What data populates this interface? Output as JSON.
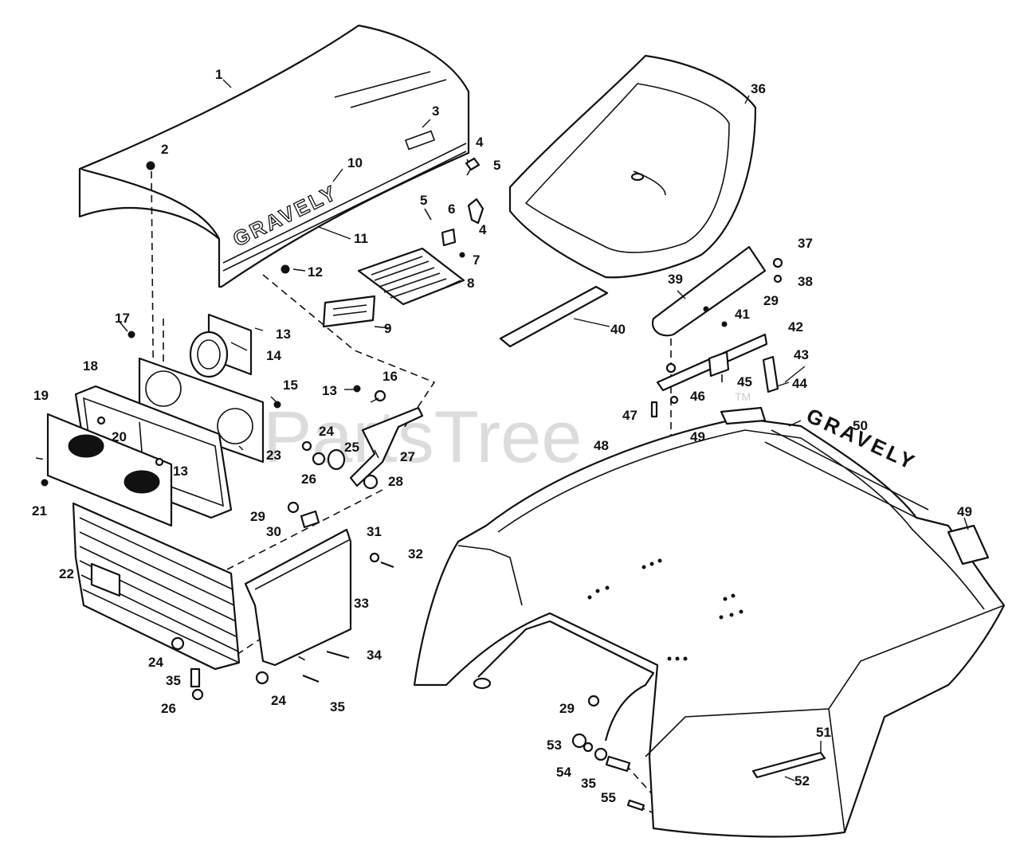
{
  "watermark": {
    "text": "PartsTree",
    "trademark": "TM"
  },
  "hood_brand_text": "GRAVELY",
  "fender_decal_text": "GRAVELY",
  "callouts": [
    {
      "id": "c1",
      "label": "1"
    },
    {
      "id": "c2",
      "label": "2"
    },
    {
      "id": "c3",
      "label": "3"
    },
    {
      "id": "c4a",
      "label": "4"
    },
    {
      "id": "c4b",
      "label": "4"
    },
    {
      "id": "c5a",
      "label": "5"
    },
    {
      "id": "c5b",
      "label": "5"
    },
    {
      "id": "c6",
      "label": "6"
    },
    {
      "id": "c7",
      "label": "7"
    },
    {
      "id": "c8",
      "label": "8"
    },
    {
      "id": "c9",
      "label": "9"
    },
    {
      "id": "c10",
      "label": "10"
    },
    {
      "id": "c11",
      "label": "11"
    },
    {
      "id": "c12",
      "label": "12"
    },
    {
      "id": "c13a",
      "label": "13"
    },
    {
      "id": "c13b",
      "label": "13"
    },
    {
      "id": "c13c",
      "label": "13"
    },
    {
      "id": "c14",
      "label": "14"
    },
    {
      "id": "c15",
      "label": "15"
    },
    {
      "id": "c16",
      "label": "16"
    },
    {
      "id": "c17",
      "label": "17"
    },
    {
      "id": "c18",
      "label": "18"
    },
    {
      "id": "c19",
      "label": "19"
    },
    {
      "id": "c20",
      "label": "20"
    },
    {
      "id": "c21",
      "label": "21"
    },
    {
      "id": "c22",
      "label": "22"
    },
    {
      "id": "c23",
      "label": "23"
    },
    {
      "id": "c24a",
      "label": "24"
    },
    {
      "id": "c24b",
      "label": "24"
    },
    {
      "id": "c24c",
      "label": "24"
    },
    {
      "id": "c25",
      "label": "25"
    },
    {
      "id": "c26a",
      "label": "26"
    },
    {
      "id": "c26b",
      "label": "26"
    },
    {
      "id": "c27",
      "label": "27"
    },
    {
      "id": "c28",
      "label": "28"
    },
    {
      "id": "c29a",
      "label": "29"
    },
    {
      "id": "c29b",
      "label": "29"
    },
    {
      "id": "c29c",
      "label": "29"
    },
    {
      "id": "c30",
      "label": "30"
    },
    {
      "id": "c31",
      "label": "31"
    },
    {
      "id": "c32",
      "label": "32"
    },
    {
      "id": "c33",
      "label": "33"
    },
    {
      "id": "c34",
      "label": "34"
    },
    {
      "id": "c35a",
      "label": "35"
    },
    {
      "id": "c35b",
      "label": "35"
    },
    {
      "id": "c35c",
      "label": "35"
    },
    {
      "id": "c36",
      "label": "36"
    },
    {
      "id": "c37",
      "label": "37"
    },
    {
      "id": "c38",
      "label": "38"
    },
    {
      "id": "c39",
      "label": "39"
    },
    {
      "id": "c40",
      "label": "40"
    },
    {
      "id": "c41",
      "label": "41"
    },
    {
      "id": "c42",
      "label": "42"
    },
    {
      "id": "c43",
      "label": "43"
    },
    {
      "id": "c44",
      "label": "44"
    },
    {
      "id": "c45",
      "label": "45"
    },
    {
      "id": "c46",
      "label": "46"
    },
    {
      "id": "c47",
      "label": "47"
    },
    {
      "id": "c48",
      "label": "48"
    },
    {
      "id": "c49a",
      "label": "49"
    },
    {
      "id": "c49b",
      "label": "49"
    },
    {
      "id": "c50",
      "label": "50"
    },
    {
      "id": "c51",
      "label": "51"
    },
    {
      "id": "c52",
      "label": "52"
    },
    {
      "id": "c53",
      "label": "53"
    },
    {
      "id": "c54",
      "label": "54"
    },
    {
      "id": "c55",
      "label": "55"
    }
  ]
}
